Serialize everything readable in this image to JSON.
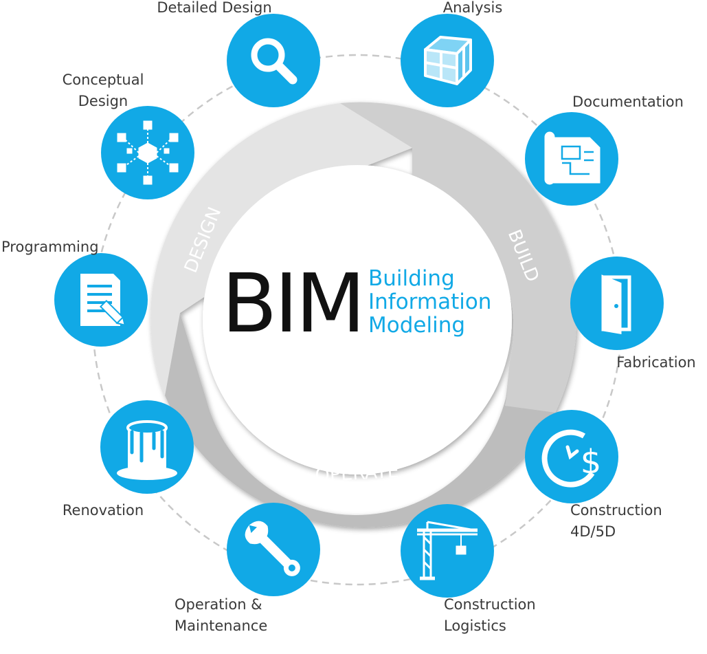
{
  "center": {
    "acronym": "BIM",
    "line1": "Building",
    "line2": "Information",
    "line3": "Modeling"
  },
  "phases": {
    "design": "DESIGN",
    "build": "BUILD",
    "operate": "OPERATE"
  },
  "stages": {
    "detailed_design": [
      "Detailed Design"
    ],
    "analysis": [
      "Analysis"
    ],
    "conceptual_design": [
      "Conceptual",
      "Design"
    ],
    "documentation": [
      "Documentation"
    ],
    "programming": [
      "Programming"
    ],
    "fabrication": [
      "Fabrication"
    ],
    "renovation": [
      "Renovation"
    ],
    "construction_4d5d": [
      "Construction",
      "4D/5D"
    ],
    "operation_maintenance": [
      "Operation &",
      "Maintenance"
    ],
    "construction_logistics": [
      "Construction",
      "Logistics"
    ]
  },
  "colors": {
    "accent": "#11a9e6",
    "ring_light": "#e6e6e6",
    "ring_mid": "#cfcfcf",
    "ring_dark": "#bdbdbd",
    "text": "#3a3a3a",
    "dashed_circle": "#c8c8c8"
  },
  "icons": {
    "detailed_design": "magnifier-icon",
    "analysis": "cube-icon",
    "conceptual_design": "network-nodes-icon",
    "documentation": "blueprint-icon",
    "programming": "document-pencil-icon",
    "fabrication": "door-icon",
    "renovation": "paint-bucket-icon",
    "construction_4d5d": "clock-dollar-icon",
    "operation_maintenance": "wrench-icon",
    "construction_logistics": "crane-icon"
  }
}
